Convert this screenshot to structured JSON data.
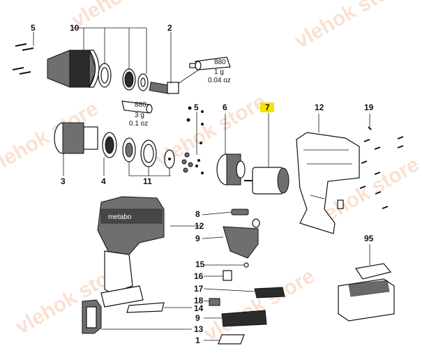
{
  "diagram": {
    "watermark": "vlehok store",
    "callouts": {
      "c1": "1",
      "c2": "2",
      "c3": "3",
      "c4": "4",
      "c5a": "5",
      "c5b": "5",
      "c6": "6",
      "c7": "7",
      "c8": "8",
      "c9a": "9",
      "c9b": "9",
      "c10": "10",
      "c11": "11",
      "c12a": "12",
      "c12b": "12",
      "c13": "13",
      "c14": "14",
      "c15": "15",
      "c16": "16",
      "c17": "17",
      "c18": "18",
      "c19": "19",
      "c95": "95"
    },
    "grease_top": {
      "code": "880",
      "amount": "1 g",
      "weight": "0.04 oz"
    },
    "grease_mid": {
      "code": "880",
      "amount": "3 g",
      "weight": "0.1 oz"
    },
    "brand_mark": "metabo",
    "highlight_color": "#f5e400"
  }
}
